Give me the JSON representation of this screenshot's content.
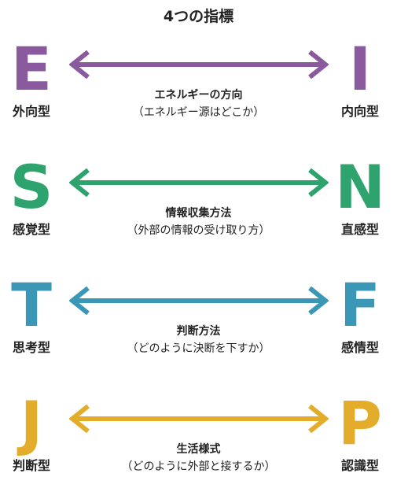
{
  "title": "4つの指標",
  "rows": [
    {
      "left_letter": "E",
      "left_type": "外向型",
      "right_letter": "I",
      "right_type": "内向型",
      "main": "エネルギーの方向",
      "sub": "（エネルギー源はどこか）",
      "color": "#8b5a9e"
    },
    {
      "left_letter": "S",
      "left_type": "感覚型",
      "right_letter": "N",
      "right_type": "直感型",
      "main": "情報収集方法",
      "sub": "（外部の情報の受け取り方）",
      "color": "#2ea36e"
    },
    {
      "left_letter": "T",
      "left_type": "思考型",
      "right_letter": "F",
      "right_type": "感情型",
      "main": "判断方法",
      "sub": "（どのように決断を下すか）",
      "color": "#3b97b6"
    },
    {
      "left_letter": "J",
      "left_type": "判断型",
      "right_letter": "P",
      "right_type": "認識型",
      "main": "生活様式",
      "sub": "（どのように外部と接するか）",
      "color": "#e3ad2b"
    }
  ]
}
